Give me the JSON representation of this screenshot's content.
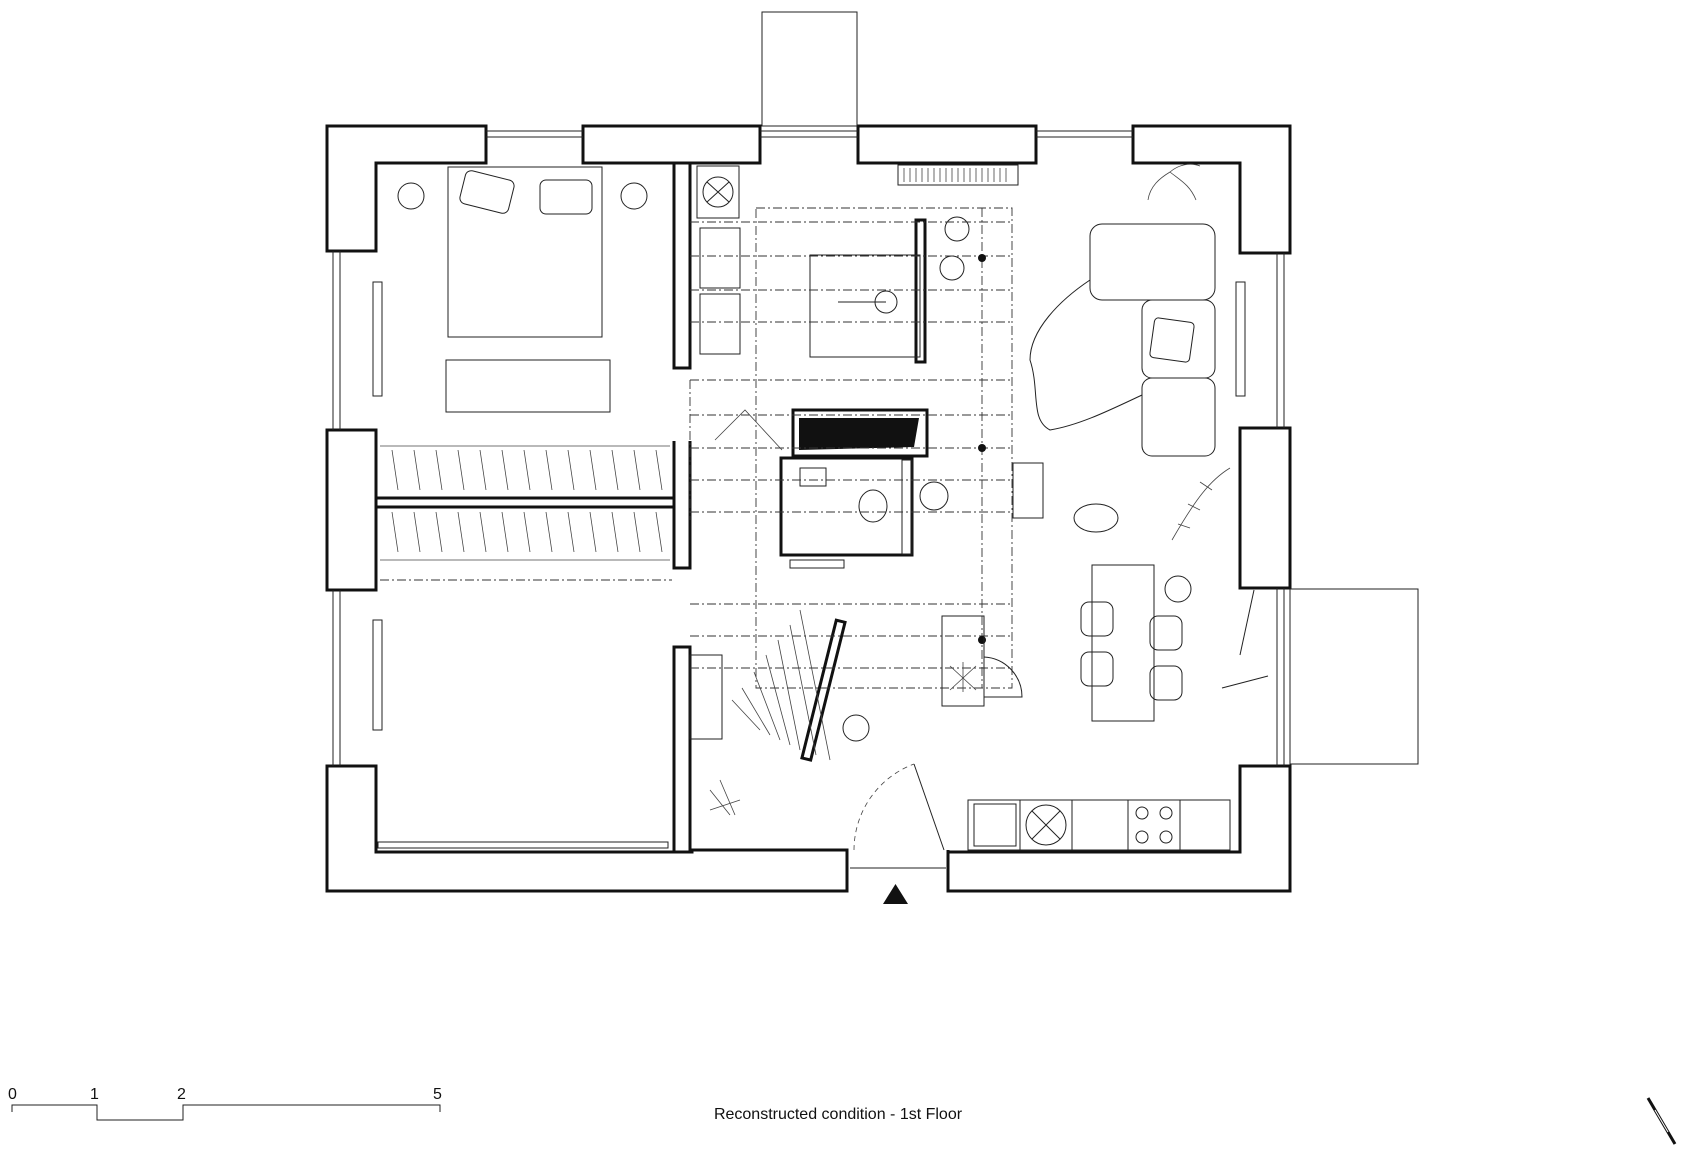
{
  "drawing": {
    "caption": "Reconstructed condition - 1st Floor"
  },
  "scale_bar": {
    "labels": [
      "0",
      "1",
      "2",
      "5"
    ]
  },
  "icons": {
    "entrance": "entrance-triangle-icon",
    "north": "north-arrow-icon"
  }
}
